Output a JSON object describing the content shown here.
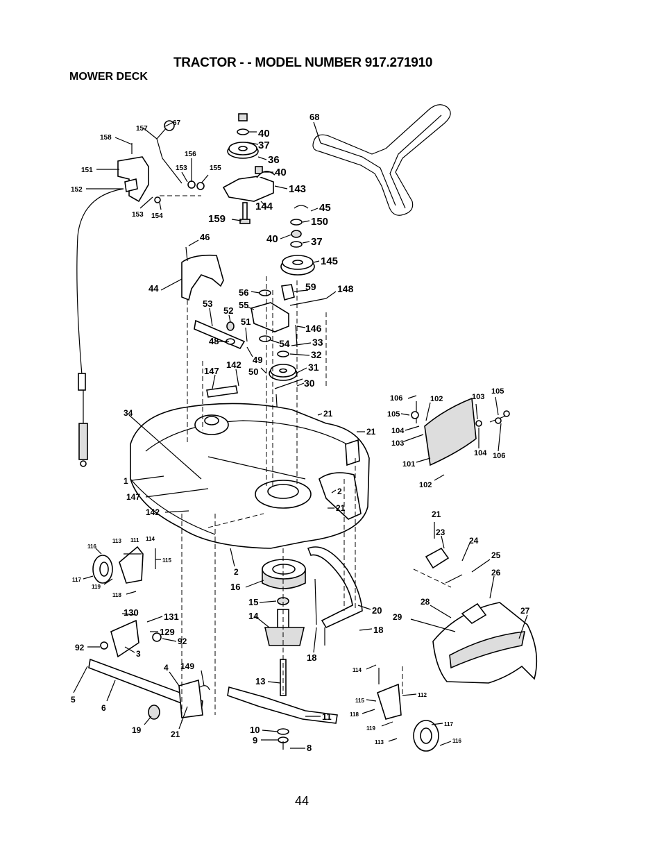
{
  "header": {
    "title": "TRACTOR - - MODEL NUMBER 917.271910",
    "subtitle": "MOWER DECK"
  },
  "page_number": "44",
  "callouts": [
    {
      "id": "c67",
      "label": "67"
    },
    {
      "id": "c157",
      "label": "157"
    },
    {
      "id": "c158",
      "label": "158"
    },
    {
      "id": "c156",
      "label": "156"
    },
    {
      "id": "c151",
      "label": "151"
    },
    {
      "id": "c153a",
      "label": "153"
    },
    {
      "id": "c155",
      "label": "155"
    },
    {
      "id": "c152",
      "label": "152"
    },
    {
      "id": "c153b",
      "label": "153"
    },
    {
      "id": "c154",
      "label": "154"
    },
    {
      "id": "c40a",
      "label": "40"
    },
    {
      "id": "c37a",
      "label": "37"
    },
    {
      "id": "c36",
      "label": "36"
    },
    {
      "id": "c40b",
      "label": "40"
    },
    {
      "id": "c143",
      "label": "143"
    },
    {
      "id": "c144",
      "label": "144"
    },
    {
      "id": "c159",
      "label": "159"
    },
    {
      "id": "c45",
      "label": "45"
    },
    {
      "id": "c150",
      "label": "150"
    },
    {
      "id": "c40c",
      "label": "40"
    },
    {
      "id": "c37b",
      "label": "37"
    },
    {
      "id": "c145",
      "label": "145"
    },
    {
      "id": "c68",
      "label": "68"
    },
    {
      "id": "c46",
      "label": "46"
    },
    {
      "id": "c44",
      "label": "44"
    },
    {
      "id": "c56",
      "label": "56"
    },
    {
      "id": "c59",
      "label": "59"
    },
    {
      "id": "c148",
      "label": "148"
    },
    {
      "id": "c53",
      "label": "53"
    },
    {
      "id": "c52",
      "label": "52"
    },
    {
      "id": "c55",
      "label": "55"
    },
    {
      "id": "c51",
      "label": "51"
    },
    {
      "id": "c146",
      "label": "146"
    },
    {
      "id": "c48",
      "label": "48"
    },
    {
      "id": "c54",
      "label": "54"
    },
    {
      "id": "c33",
      "label": "33"
    },
    {
      "id": "c49",
      "label": "49"
    },
    {
      "id": "c32",
      "label": "32"
    },
    {
      "id": "c147a",
      "label": "147"
    },
    {
      "id": "c142a",
      "label": "142"
    },
    {
      "id": "c50",
      "label": "50"
    },
    {
      "id": "c31",
      "label": "31"
    },
    {
      "id": "c30",
      "label": "30"
    },
    {
      "id": "c34",
      "label": "34"
    },
    {
      "id": "c21a",
      "label": "21"
    },
    {
      "id": "c21b",
      "label": "21"
    },
    {
      "id": "c1",
      "label": "1"
    },
    {
      "id": "c147b",
      "label": "147"
    },
    {
      "id": "c142b",
      "label": "142"
    },
    {
      "id": "c2a",
      "label": "2"
    },
    {
      "id": "c21c",
      "label": "21"
    },
    {
      "id": "c106a",
      "label": "106"
    },
    {
      "id": "c102a",
      "label": "102"
    },
    {
      "id": "c103a",
      "label": "103"
    },
    {
      "id": "c105a",
      "label": "105"
    },
    {
      "id": "c105b",
      "label": "105"
    },
    {
      "id": "c104a",
      "label": "104"
    },
    {
      "id": "c103b",
      "label": "103"
    },
    {
      "id": "c101",
      "label": "101"
    },
    {
      "id": "c104b",
      "label": "104"
    },
    {
      "id": "c106b",
      "label": "106"
    },
    {
      "id": "c102b",
      "label": "102"
    },
    {
      "id": "c113a",
      "label": "113"
    },
    {
      "id": "c111",
      "label": "111"
    },
    {
      "id": "c114a",
      "label": "114"
    },
    {
      "id": "c116a",
      "label": "116"
    },
    {
      "id": "c115a",
      "label": "115"
    },
    {
      "id": "c117a",
      "label": "117"
    },
    {
      "id": "c119a",
      "label": "119"
    },
    {
      "id": "c118a",
      "label": "118"
    },
    {
      "id": "c2b",
      "label": "2"
    },
    {
      "id": "c16",
      "label": "16"
    },
    {
      "id": "c15",
      "label": "15"
    },
    {
      "id": "c14",
      "label": "14"
    },
    {
      "id": "c20",
      "label": "20"
    },
    {
      "id": "c18a",
      "label": "18"
    },
    {
      "id": "c18b",
      "label": "18"
    },
    {
      "id": "c21d",
      "label": "21"
    },
    {
      "id": "c23",
      "label": "23"
    },
    {
      "id": "c24",
      "label": "24"
    },
    {
      "id": "c25",
      "label": "25"
    },
    {
      "id": "c26",
      "label": "26"
    },
    {
      "id": "c28",
      "label": "28"
    },
    {
      "id": "c29",
      "label": "29"
    },
    {
      "id": "c27",
      "label": "27"
    },
    {
      "id": "c130",
      "label": "130"
    },
    {
      "id": "c131",
      "label": "131"
    },
    {
      "id": "c129",
      "label": "129"
    },
    {
      "id": "c92a",
      "label": "92"
    },
    {
      "id": "c92b",
      "label": "92"
    },
    {
      "id": "c3",
      "label": "3"
    },
    {
      "id": "c4",
      "label": "4"
    },
    {
      "id": "c149",
      "label": "149"
    },
    {
      "id": "c5",
      "label": "5"
    },
    {
      "id": "c6",
      "label": "6"
    },
    {
      "id": "c13",
      "label": "13"
    },
    {
      "id": "c11",
      "label": "11"
    },
    {
      "id": "c19",
      "label": "19"
    },
    {
      "id": "c21e",
      "label": "21"
    },
    {
      "id": "c10",
      "label": "10"
    },
    {
      "id": "c9",
      "label": "9"
    },
    {
      "id": "c8",
      "label": "8"
    },
    {
      "id": "c114b",
      "label": "114"
    },
    {
      "id": "c112",
      "label": "112"
    },
    {
      "id": "c115b",
      "label": "115"
    },
    {
      "id": "c118b",
      "label": "118"
    },
    {
      "id": "c119b",
      "label": "119"
    },
    {
      "id": "c117b",
      "label": "117"
    },
    {
      "id": "c113b",
      "label": "113"
    },
    {
      "id": "c116b",
      "label": "116"
    }
  ]
}
